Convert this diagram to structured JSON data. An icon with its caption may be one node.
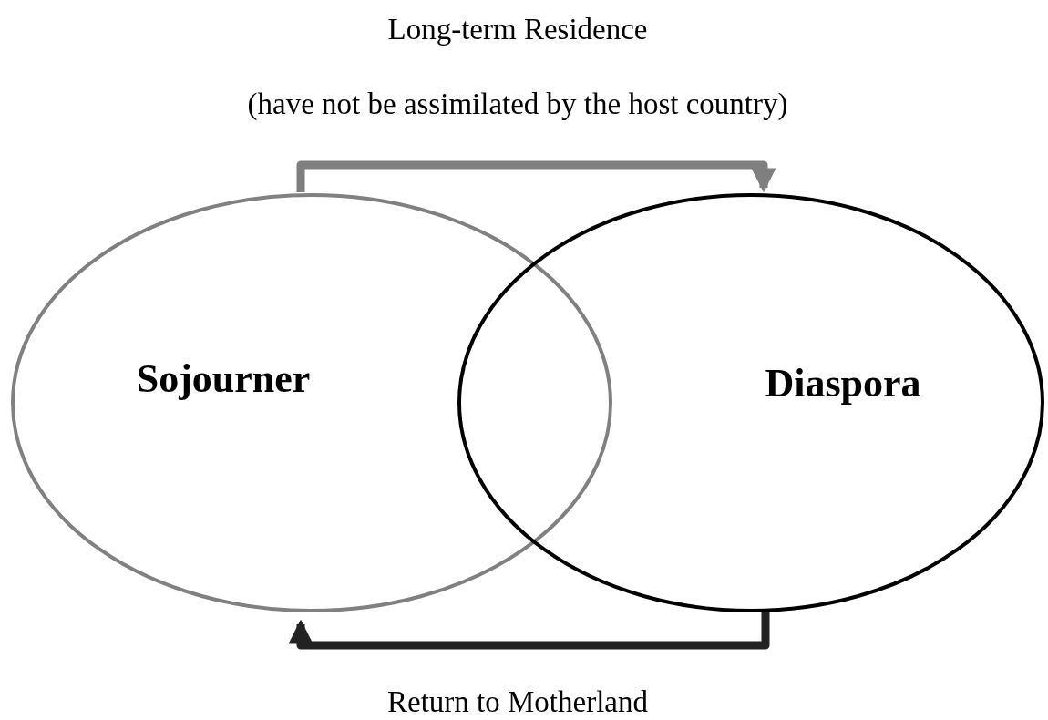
{
  "diagram": {
    "nodes": [
      {
        "text": [
          "Sojourner"
        ]
      },
      {
        "text": [
          "Diaspora"
        ]
      }
    ],
    "edges": [
      {
        "from": 0,
        "to": 1,
        "arrow": "to",
        "color": "#7f7f7f"
      },
      {
        "from": 1,
        "to": 0,
        "arrow": "to",
        "color": "#222222"
      }
    ],
    "labels": [
      "Long-term Residence",
      "(have not be assimilated by the host country)",
      "Return to Motherland"
    ]
  }
}
